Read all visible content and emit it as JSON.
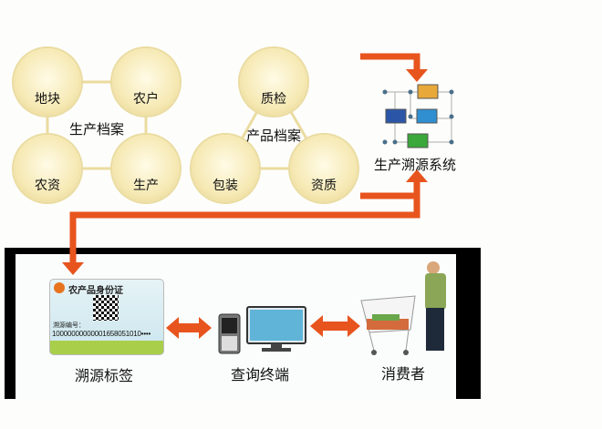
{
  "production_archive": {
    "title": "生产档案",
    "nodes": [
      "地块",
      "农户",
      "农资",
      "生产"
    ]
  },
  "product_archive": {
    "title": "产品档案",
    "nodes": [
      "质检",
      "包装",
      "资质"
    ]
  },
  "system": {
    "label": "生产溯源系统"
  },
  "card": {
    "title": "农产品身份证",
    "code_label": "溯源编号：",
    "code": "10000000000001658051010••••",
    "label": "溯源标签"
  },
  "terminal": {
    "label": "查询终端"
  },
  "consumer": {
    "label": "消费者"
  },
  "colors": {
    "arrow": "#e8541e",
    "frame": "#000000",
    "circle": "#f6e9b4"
  }
}
